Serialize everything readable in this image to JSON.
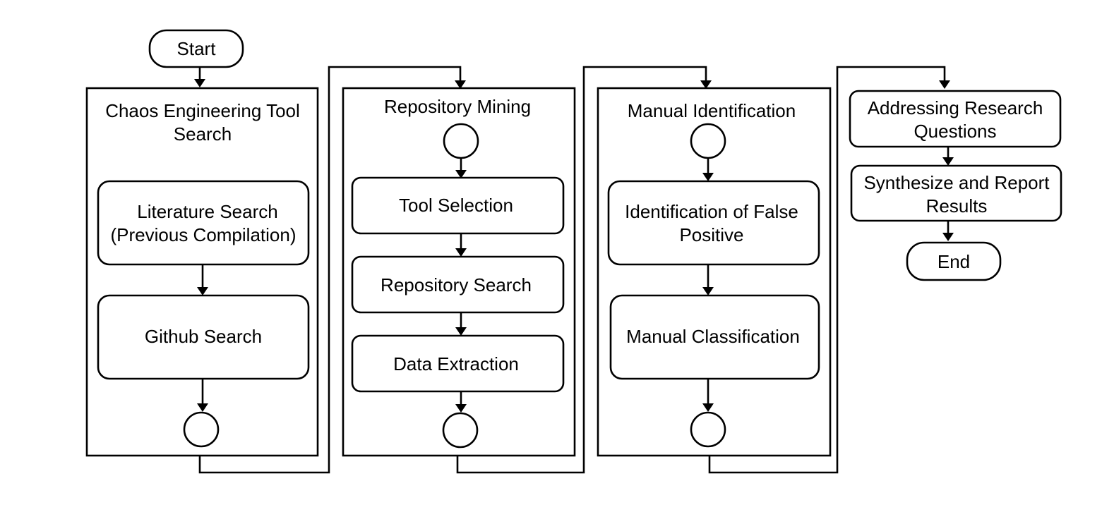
{
  "start": {
    "label": "Start"
  },
  "end": {
    "label": "End"
  },
  "lanes": [
    {
      "title_lines": [
        "Chaos Engineering Tool",
        "Search"
      ],
      "steps": [
        {
          "lines": [
            "Literature Search",
            "(Previous Compilation)"
          ]
        },
        {
          "lines": [
            "Github Search"
          ]
        }
      ]
    },
    {
      "title_lines": [
        "Repository Mining"
      ],
      "steps": [
        {
          "lines": [
            "Tool Selection"
          ]
        },
        {
          "lines": [
            "Repository Search"
          ]
        },
        {
          "lines": [
            "Data Extraction"
          ]
        }
      ]
    },
    {
      "title_lines": [
        "Manual Identification"
      ],
      "steps": [
        {
          "lines": [
            "Identification of False",
            "Positive"
          ]
        },
        {
          "lines": [
            "Manual Classification"
          ]
        }
      ]
    }
  ],
  "final_steps": [
    {
      "lines": [
        "Addressing Research",
        "Questions"
      ]
    },
    {
      "lines": [
        "Synthesize and Report",
        "Results"
      ]
    }
  ]
}
